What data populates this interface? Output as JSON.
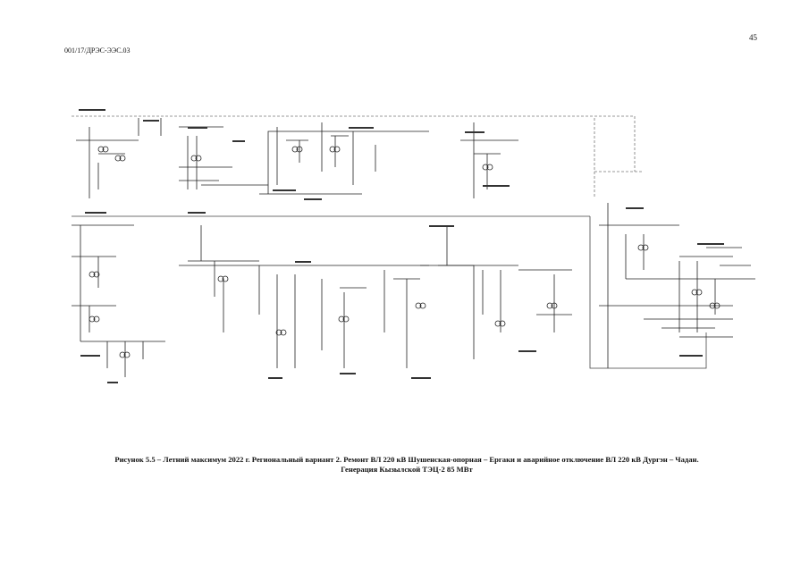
{
  "header": {
    "doc_code": "001/17/ДРЭС-ЭЭС.03",
    "page_number": "45"
  },
  "caption": {
    "line1": "Рисунок 5.5 – Летний максимум 2022 г. Региональный вариант 2. Ремонт ВЛ 220 кВ Шушенская-опорная – Ергаки и аварийное отключение ВЛ 220 кВ Дургэн – Чадан.",
    "line2": "Генерация Кызылской ТЭЦ-2 85 МВт"
  }
}
